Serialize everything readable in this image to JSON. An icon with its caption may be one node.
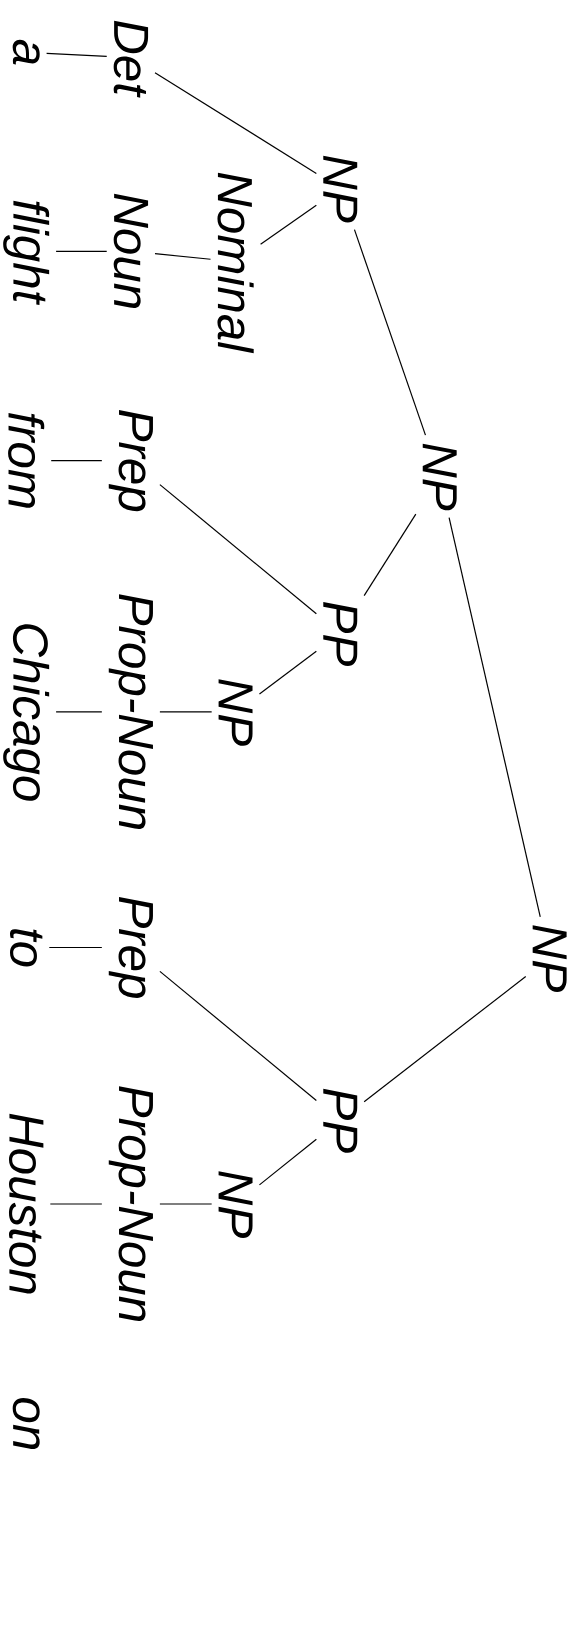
{
  "diagram": {
    "nodes": [
      {
        "text": [
          "NP"
        ]
      },
      {
        "text": [
          "NP"
        ]
      },
      {
        "text": [
          "NP"
        ]
      },
      {
        "text": [
          "PP"
        ]
      },
      {
        "text": [
          "PP"
        ]
      },
      {
        "text": [
          "Nominal"
        ]
      },
      {
        "text": [
          "NP"
        ]
      },
      {
        "text": [
          "NP"
        ]
      },
      {
        "text": [
          "Det"
        ]
      },
      {
        "text": [
          "Noun"
        ]
      },
      {
        "text": [
          "Prep"
        ]
      },
      {
        "text": [
          "Prop-Noun"
        ]
      },
      {
        "text": [
          "Prep"
        ]
      },
      {
        "text": [
          "Prop-Noun"
        ]
      },
      {
        "text": [
          "a"
        ]
      },
      {
        "text": [
          "flight"
        ]
      },
      {
        "text": [
          "from"
        ]
      },
      {
        "text": [
          "Chicago"
        ]
      },
      {
        "text": [
          "to"
        ]
      },
      {
        "text": [
          "Houston"
        ]
      }
    ],
    "edges": [
      {
        "from": 0,
        "to": 1,
        "arrow": "none"
      },
      {
        "from": 0,
        "to": 4,
        "arrow": "none"
      },
      {
        "from": 1,
        "to": 2,
        "arrow": "none"
      },
      {
        "from": 1,
        "to": 3,
        "arrow": "none"
      },
      {
        "from": 2,
        "to": 8,
        "arrow": "none"
      },
      {
        "from": 2,
        "to": 5,
        "arrow": "none"
      },
      {
        "from": 5,
        "to": 9,
        "arrow": "none"
      },
      {
        "from": 3,
        "to": 10,
        "arrow": "none"
      },
      {
        "from": 3,
        "to": 6,
        "arrow": "none"
      },
      {
        "from": 6,
        "to": 11,
        "arrow": "none"
      },
      {
        "from": 4,
        "to": 12,
        "arrow": "none"
      },
      {
        "from": 4,
        "to": 7,
        "arrow": "none"
      },
      {
        "from": 7,
        "to": 13,
        "arrow": "none"
      },
      {
        "from": 8,
        "to": 14,
        "arrow": "none"
      },
      {
        "from": 9,
        "to": 15,
        "arrow": "none"
      },
      {
        "from": 10,
        "to": 16,
        "arrow": "none"
      },
      {
        "from": 11,
        "to": 17,
        "arrow": "none"
      },
      {
        "from": 12,
        "to": 18,
        "arrow": "none"
      },
      {
        "from": 13,
        "to": 19,
        "arrow": "none"
      }
    ],
    "labels": [
      "on"
    ]
  }
}
